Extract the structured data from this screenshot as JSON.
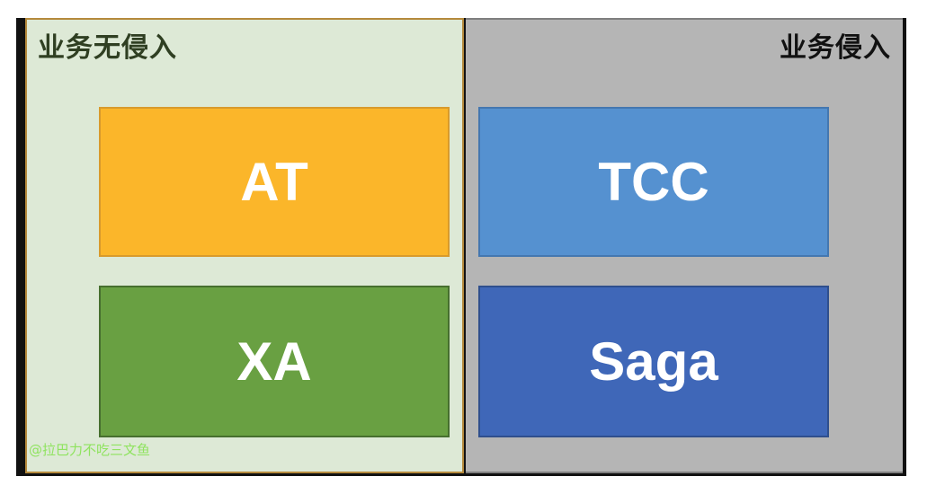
{
  "left_panel": {
    "title": "业务无侵入"
  },
  "right_panel": {
    "title": "业务侵入"
  },
  "boxes": {
    "at": "AT",
    "xa": "XA",
    "tcc": "TCC",
    "saga": "Saga"
  },
  "watermark": "@拉巴力不吃三文鱼",
  "colors": {
    "left_bg": "#dde9d6",
    "right_bg": "#b5b5b5",
    "at": "#fbb62a",
    "xa": "#69a042",
    "tcc": "#5591d0",
    "saga": "#3f67b8"
  }
}
